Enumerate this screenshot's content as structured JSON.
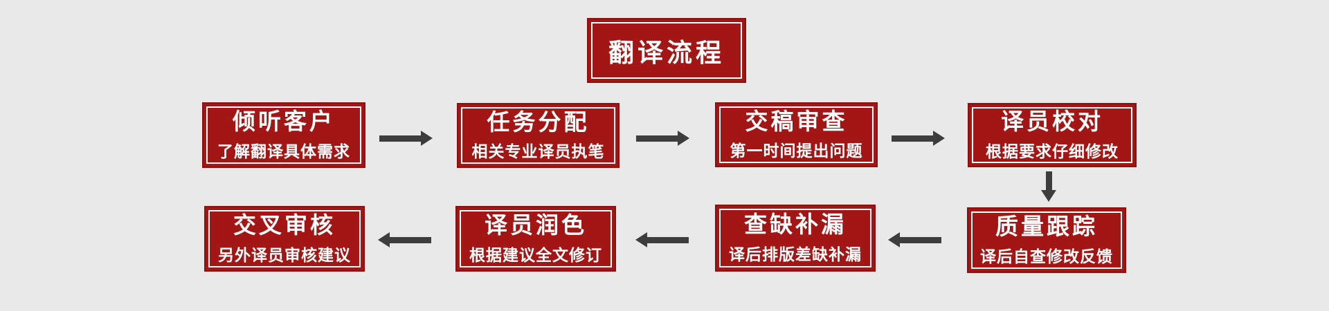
{
  "colors": {
    "background": "#e9e9e9",
    "box-fill": "#a31616",
    "box-edge": "#8d1010",
    "box-inner-line": "#ffffff",
    "arrow-color": "#3d3d3d",
    "text-color": "#ffffff"
  },
  "title": {
    "label": "翻译流程"
  },
  "flow": {
    "boxes": [
      {
        "id": "listen",
        "title": "倾听客户",
        "subtitle": "了解翻译具体需求"
      },
      {
        "id": "assign",
        "title": "任务分配",
        "subtitle": "相关专业译员执笔"
      },
      {
        "id": "review",
        "title": "交稿审查",
        "subtitle": "第一时间提出问题"
      },
      {
        "id": "proofread",
        "title": "译员校对",
        "subtitle": "根据要求仔细修改"
      },
      {
        "id": "quality",
        "title": "质量跟踪",
        "subtitle": "译后自查修改反馈"
      },
      {
        "id": "gap",
        "title": "查缺补漏",
        "subtitle": "译后排版差缺补漏"
      },
      {
        "id": "polish",
        "title": "译员润色",
        "subtitle": "根据建议全文修订"
      },
      {
        "id": "cross",
        "title": "交叉审核",
        "subtitle": "另外译员审核建议"
      }
    ],
    "arrows": [
      {
        "from": "listen",
        "to": "assign",
        "direction": "right"
      },
      {
        "from": "assign",
        "to": "review",
        "direction": "right"
      },
      {
        "from": "review",
        "to": "proofread",
        "direction": "right"
      },
      {
        "from": "proofread",
        "to": "quality",
        "direction": "down"
      },
      {
        "from": "quality",
        "to": "gap",
        "direction": "left"
      },
      {
        "from": "gap",
        "to": "polish",
        "direction": "left"
      },
      {
        "from": "polish",
        "to": "cross",
        "direction": "left"
      }
    ]
  }
}
